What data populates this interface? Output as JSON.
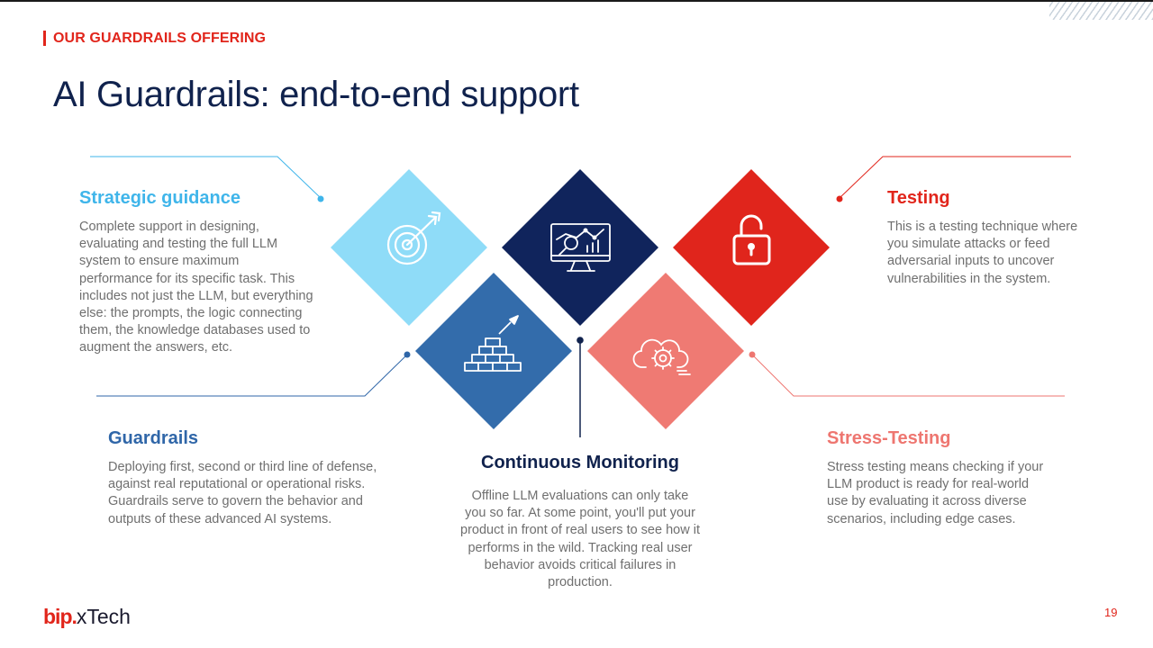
{
  "header": {
    "section_label": "OUR GUARDRAILS OFFERING",
    "title": "AI Guardrails: end-to-end support"
  },
  "items": {
    "strategic": {
      "title": "Strategic guidance",
      "body": "Complete support in designing, evaluating and testing the full LLM system to ensure maximum performance for its specific task. This includes not just the LLM, but everything else: the prompts, the logic connecting them, the knowledge databases used to augment the answers, etc.",
      "color": "#3fb5ea",
      "icon": "target-icon"
    },
    "monitoring": {
      "title": "Continuous Monitoring",
      "body": "Offline LLM evaluations can only take you so far. At some point, you'll put your product in front of real users to see how it performs in the wild. Tracking real user behavior avoids critical failures in production.",
      "color": "#10224d",
      "icon": "monitor-analytics-icon"
    },
    "testing": {
      "title": "Testing",
      "body": "This is a testing technique where you simulate attacks or feed adversarial inputs to uncover vulnerabilities in the system.",
      "color": "#e1251b",
      "icon": "padlock-icon"
    },
    "guardrails": {
      "title": "Guardrails",
      "body": "Deploying first, second or third line of defense, against real reputational or operational risks. Guardrails serve to govern the behavior and outputs of these advanced AI systems.",
      "color": "#2f66a8",
      "icon": "brick-wall-icon"
    },
    "stress": {
      "title": "Stress-Testing",
      "body": "Stress testing means checking if your LLM product is ready for real-world use by evaluating it across diverse scenarios, including edge cases.",
      "color": "#ee7670",
      "icon": "cloud-gear-icon"
    }
  },
  "footer": {
    "logo_mark": "bip.",
    "logo_text": "xTech",
    "page_number": "19"
  }
}
